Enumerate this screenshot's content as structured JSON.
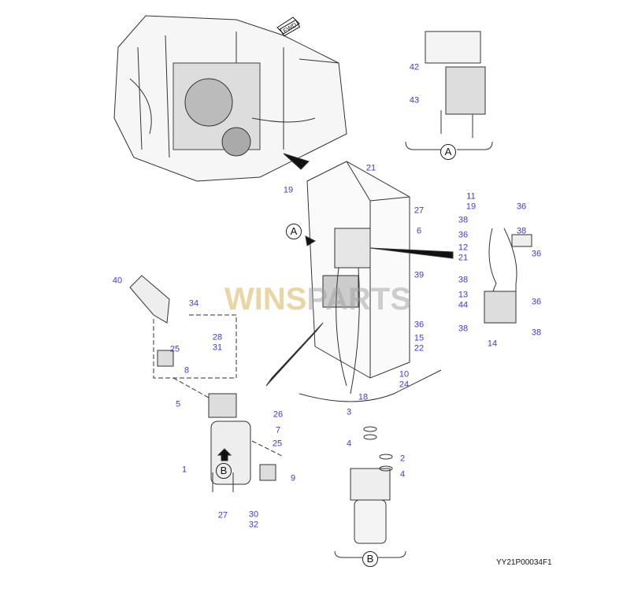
{
  "drawing_code": "YY21P00034F1",
  "fwd_label": "FWD",
  "watermark": {
    "part1": "WINS",
    "part2": "PARTS"
  },
  "views": {
    "A_top": "A",
    "A_pointer": "A",
    "B_left": "B",
    "B_bottom": "B"
  },
  "callouts": {
    "detail_a": [
      "42",
      "43"
    ],
    "center": [
      "21",
      "19",
      "27",
      "6",
      "39",
      "36",
      "15",
      "22",
      "10",
      "24",
      "18"
    ],
    "right": [
      "11",
      "19",
      "36",
      "38",
      "38",
      "36",
      "12",
      "21",
      "36",
      "38",
      "13",
      "44",
      "36",
      "38",
      "14",
      "38"
    ],
    "left": [
      "40",
      "34",
      "25",
      "8",
      "28",
      "31",
      "5",
      "26",
      "7",
      "25",
      "9",
      "1",
      "27",
      "30",
      "32"
    ],
    "detail_b": [
      "3",
      "4",
      "2",
      "4"
    ]
  }
}
